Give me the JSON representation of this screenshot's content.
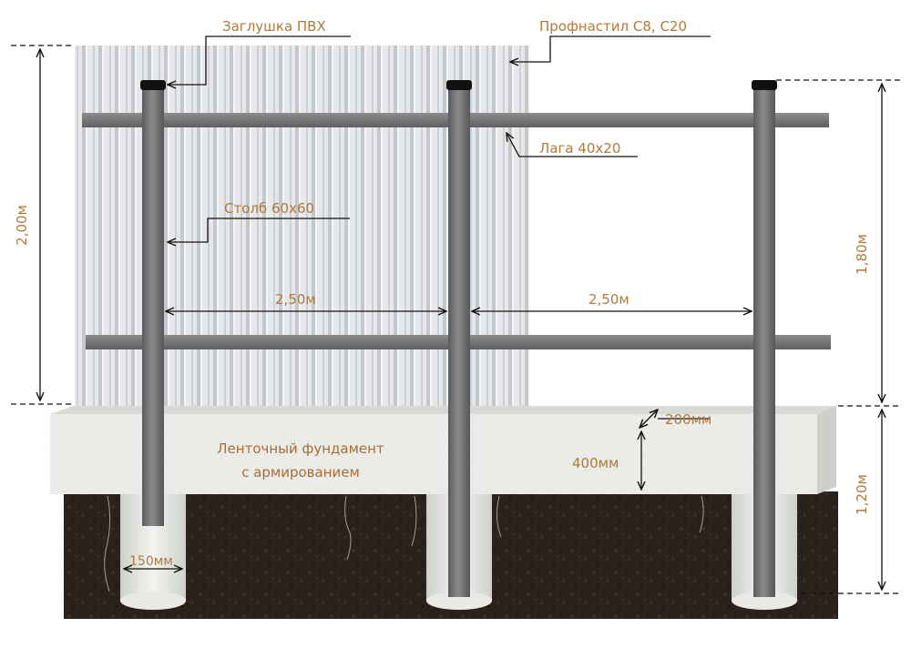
{
  "labels": {
    "cap": "Заглушка ПВХ",
    "sheet": "Профнастил С8, С20",
    "rail": "Лага 40х20",
    "post": "Столб 60х60",
    "span_left": "2,50м",
    "span_right": "2,50м",
    "height_total": "2,00м",
    "height_post": "1,80м",
    "depth": "1,20м",
    "width_200": "200мм",
    "depth_400": "400мм",
    "pile_150": "150мм",
    "foundation_line1": "Ленточный фундамент",
    "foundation_line2": "с армированием"
  },
  "colors": {
    "label": "#b07a3a",
    "post": "#6e6f71",
    "rail": "#707172",
    "sheet": "#d9dcdf",
    "foundation": "#e9e9e6",
    "soil": "#2a211b"
  }
}
